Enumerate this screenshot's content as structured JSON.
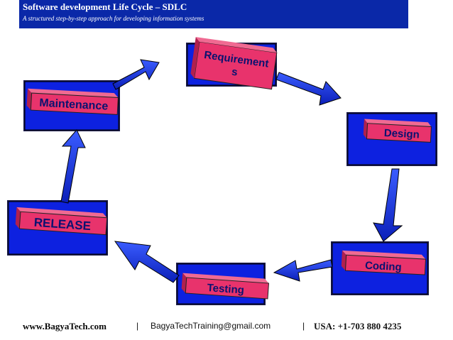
{
  "header": {
    "title": "Software development Life Cycle – SDLC",
    "subtitle": "A structured step-by-step approach for developing information systems"
  },
  "phases": {
    "requirements_line1": "Requirement",
    "requirements_line2": "s",
    "design": "Design",
    "coding": "Coding",
    "testing": "Testing",
    "release": "RELEASE",
    "maintenance": "Maintenance"
  },
  "footer": {
    "website": "www.BagyaTech.com",
    "separator": "|",
    "email": "BagyaTechTraining@gmail.com",
    "phone": "USA: +1-703 880 4235"
  },
  "colors": {
    "box_blue": "#0d21e0",
    "label_pink": "#e8336c",
    "label_text": "#0a1270",
    "arrow_blue": "#1e3fe8",
    "header_bg": "#0a28a8"
  }
}
